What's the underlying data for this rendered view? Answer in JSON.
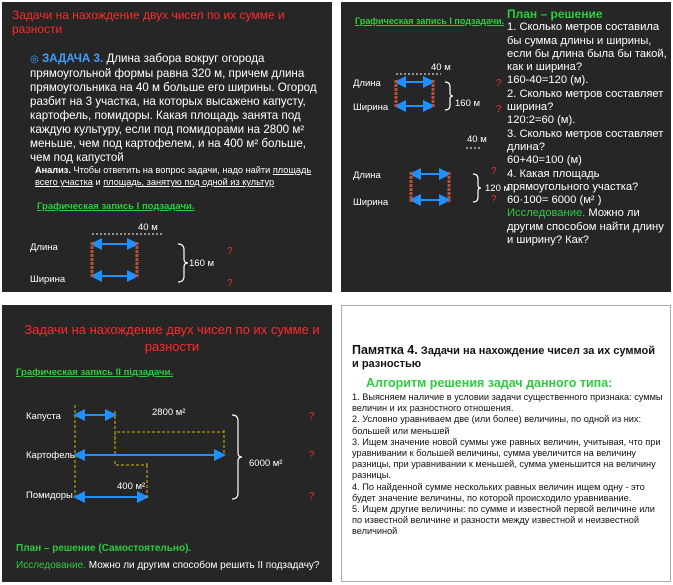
{
  "slide1": {
    "title": "Задачи на нахождение двух чисел по их сумме и разности",
    "task_label": "ЗАДАЧА 3.",
    "task_text": "Длина забора вокруг огорода прямоугольной формы равна 320 м, причем длина прямоугольника на 40 м больше его ширины. Огород разбит на 3 участка, на которых высажено капусту, картофель, помидоры. Какая площадь занята под каждую культуру, если под помидорами на 2800 м² меньше, чем под картофелем, и на 400 м² больше, чем под капустой",
    "analysis_label": "Анализ.",
    "analysis_text1": "Чтобы ответить на вопрос задачи, надо найти",
    "analysis_link1": "площадь всего участка",
    "analysis_and": "и",
    "analysis_link2": "площадь, занятую под одной из культур",
    "graph_title": "Графическая запись I подзадачи.",
    "dim_40": "40 м",
    "length_label": "Длина",
    "width_label": "Ширина",
    "dim_160": "160 м",
    "q": "?"
  },
  "slide2": {
    "graph_title": "Графическая запись I подзадачи.",
    "dim_40a": "40 м",
    "length_label": "Длина",
    "width_label": "Ширина",
    "dim_160": "160 м",
    "dim_40b": "40 м",
    "length_label2": "Длина",
    "width_label2": "Ширина",
    "dim_120": "120 м",
    "plan_title": "План – решение",
    "plan": [
      "1. Сколько метров составила бы сумма длины и ширины, если бы длина была бы такой, как и ширина?",
      "160-40=120 (м).",
      "2. Сколько метров составляет ширина?",
      " 120:2=60 (м).",
      "3. Сколько метров составляет длина?",
      "60+40=100 (м)",
      "4. Какая площадь прямоугольного участка?60·100= 6000 (м² )"
    ],
    "research_label": "Исследование.",
    "research_text": "Можно ли другим способом найти длину и ширину? Как?",
    "q": "?"
  },
  "slide3": {
    "title": "Задачи на нахождение двух чисел по их сумме и разности",
    "graph_title": "Графическая запись II пiдзадачи.",
    "row1": "Капуста",
    "row2": "Картофель",
    "row3": "Помидоры",
    "dim_2800": "2800 м²",
    "dim_400": "400 м²",
    "dim_6000": "6000 м²",
    "plan_label": "План – решение",
    "plan_self": "(Самостоятельно).",
    "research_label": "Исследование.",
    "research_text": "Можно ли другим способом решить II подзадачу?",
    "q": "?"
  },
  "slide4": {
    "memo_label": "Памятка 4.",
    "memo_title": "Задачи на нахождение чисел за их суммой и разностью",
    "algo_title": "Алгоритм решения задач данного типа:",
    "steps": [
      "1. Выясняем наличие в условии задачи существенного признака: суммы величин и их разностного отношения.",
      "2. Условно уравниваем две (или более) величины, по одной из них:  большей или меньшей",
      "3. Ищем значение новой суммы уже равных величин, учитывая, что при уравнивании к большей величины, сумма увеличится на величину разницы, при уравнивании к меньшей, сумма уменьшится на величину разницы.",
      "4. По найденной сумме нескольких равных величин ищем одну - это будет значение величины, по которой происходило уравнивание.",
      "5. Ищем другие величины: по сумме и известной первой величине или по известной величине и разности между известной и неизвестной величиной"
    ]
  },
  "colors": {
    "slide_bg": "#262626",
    "title_red": "#ff2a2a",
    "green": "#2ecc40",
    "arrow_blue": "#1e90ff",
    "brace": "#ffffff",
    "dashed_yellow": "#d4b800",
    "rect_brown": "#b5533c"
  }
}
